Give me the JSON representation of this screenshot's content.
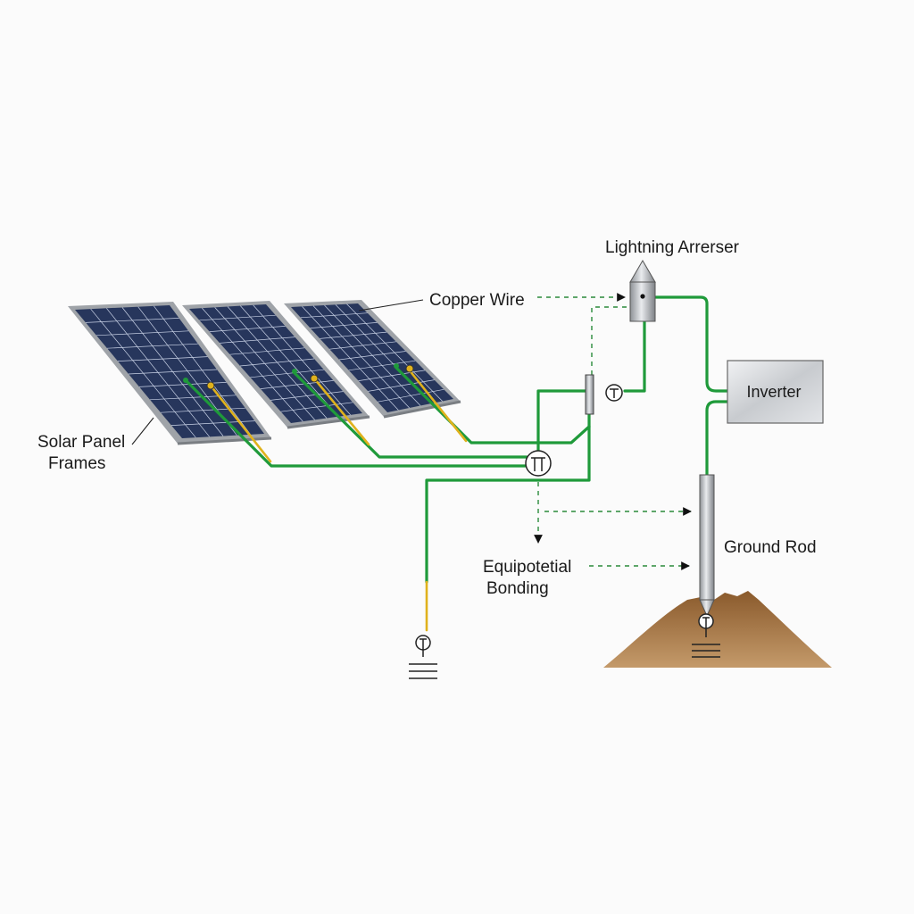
{
  "labels": {
    "lightning_arrester": "Lightning Arrerser",
    "copper_wire": "Copper Wire",
    "solar_panel_line1": "Solar Panel",
    "solar_panel_line2": "Frames",
    "inverter": "Inverter",
    "ground_rod": "Ground Rod",
    "bonding_line1": "Equipotetial",
    "bonding_line2": "Bonding"
  },
  "icons": {
    "arrester": "lightning-arrester-icon",
    "junction": "junction-terminal-icon",
    "ground": "ground-symbol-icon"
  },
  "colors": {
    "ground_wire": "#1f9a3a",
    "bonding_wire": "#e0b21c",
    "dashed_arrow": "#2a8a3a",
    "panel_cell": "#27365c",
    "panel_frame": "#b9bcc0",
    "soil": "#9a6a3a",
    "inverter_box": "#d4d6d8"
  }
}
